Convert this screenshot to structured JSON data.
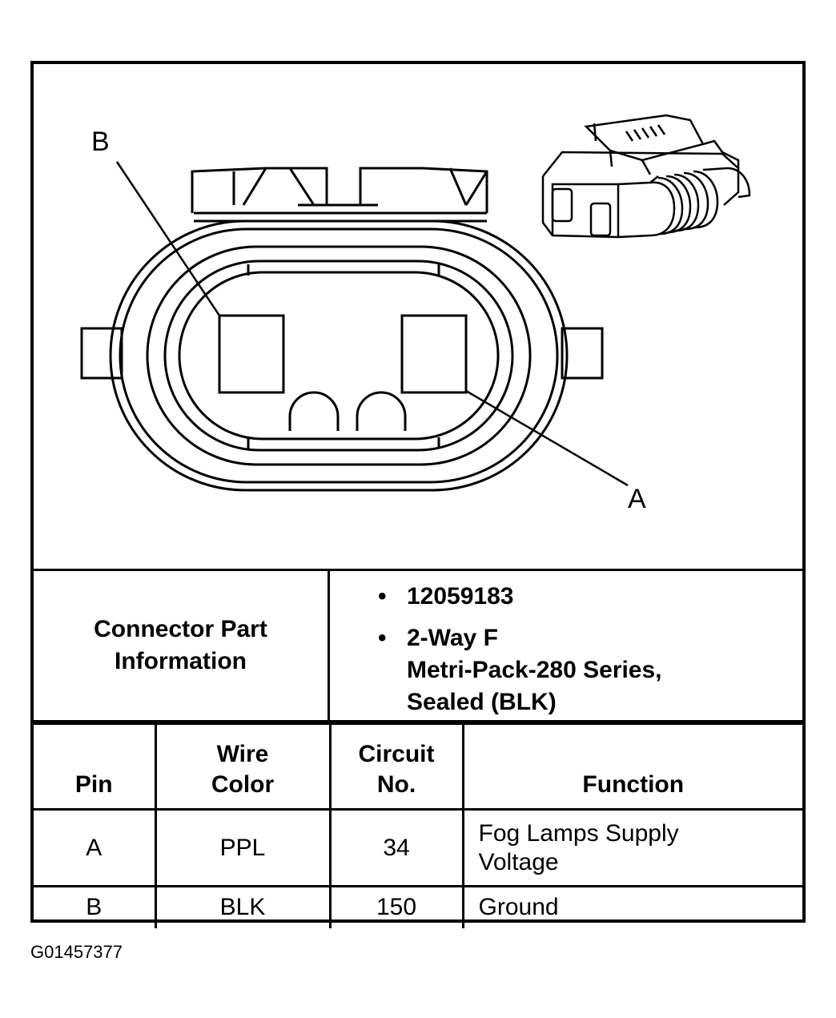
{
  "diagram": {
    "label_b": "B",
    "label_a": "A"
  },
  "connector_info": {
    "label": "Connector Part\nInformation",
    "bullet_symbol": "•",
    "part_number": "12059183",
    "description": "2-Way F\nMetri-Pack-280 Series,\nSealed (BLK)"
  },
  "table": {
    "headers": {
      "pin": "Pin",
      "wire_color": "Wire\nColor",
      "circuit_no": "Circuit\nNo.",
      "function": "Function"
    },
    "rows": [
      {
        "pin": "A",
        "wire_color": "PPL",
        "circuit_no": "34",
        "function": "Fog Lamps Supply\nVoltage"
      },
      {
        "pin": "B",
        "wire_color": "BLK",
        "circuit_no": "150",
        "function": "Ground"
      }
    ]
  },
  "figure_id": "G01457377"
}
